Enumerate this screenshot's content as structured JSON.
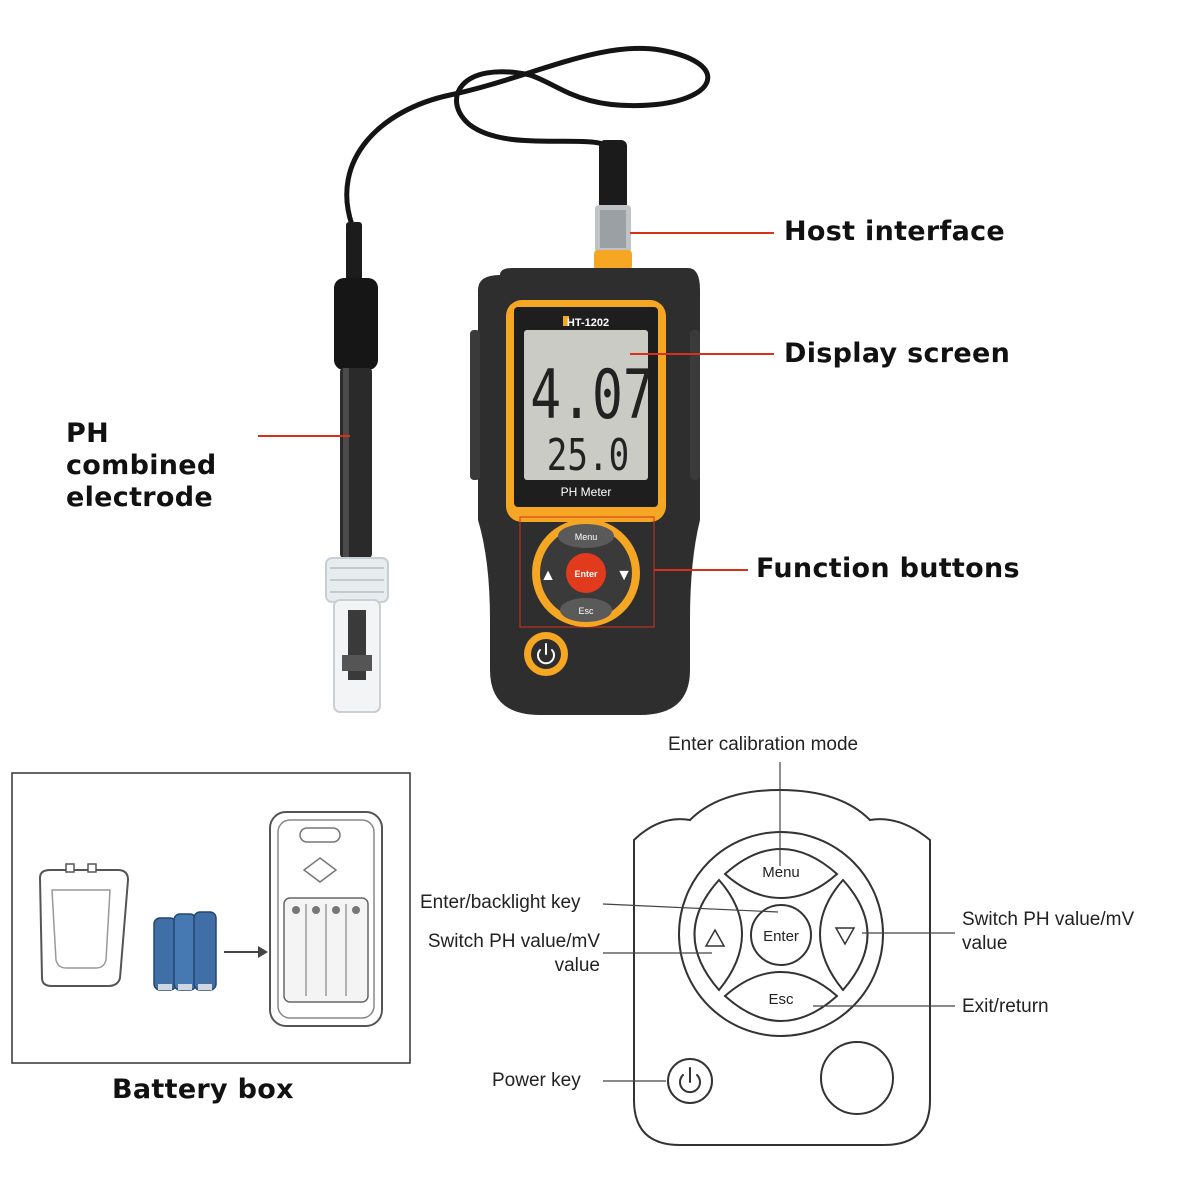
{
  "colors": {
    "leader_line": "#d9301c",
    "body_dark": "#2e2e2e",
    "body_orange": "#f5a623",
    "lcd_bg": "#c9cbc4",
    "enter_red": "#e23a1c"
  },
  "device": {
    "model": "HT-1202",
    "name": "PH Meter",
    "reading_main": "4.07",
    "reading_temp": "25.0",
    "buttons": {
      "menu": "Menu",
      "enter": "Enter",
      "esc": "Esc",
      "up": "▲",
      "down": "▼"
    }
  },
  "callouts": {
    "host_interface": "Host interface",
    "display_screen": "Display screen",
    "ph_electrode": "PH combined electrode",
    "function_buttons": "Function buttons"
  },
  "battery": {
    "caption": "Battery box"
  },
  "keypad": {
    "menu": "Menu",
    "enter": "Enter",
    "esc": "Esc",
    "up_icon": "up-triangle-icon",
    "down_icon": "down-triangle-icon",
    "power_icon": "power-icon",
    "labels": {
      "calibration": "Enter calibration mode",
      "enter_backlight": "Enter/backlight key",
      "switch_left": "Switch PH value/mV value",
      "switch_right": "Switch PH value/mV value",
      "exit": "Exit/return",
      "power": "Power key"
    }
  }
}
